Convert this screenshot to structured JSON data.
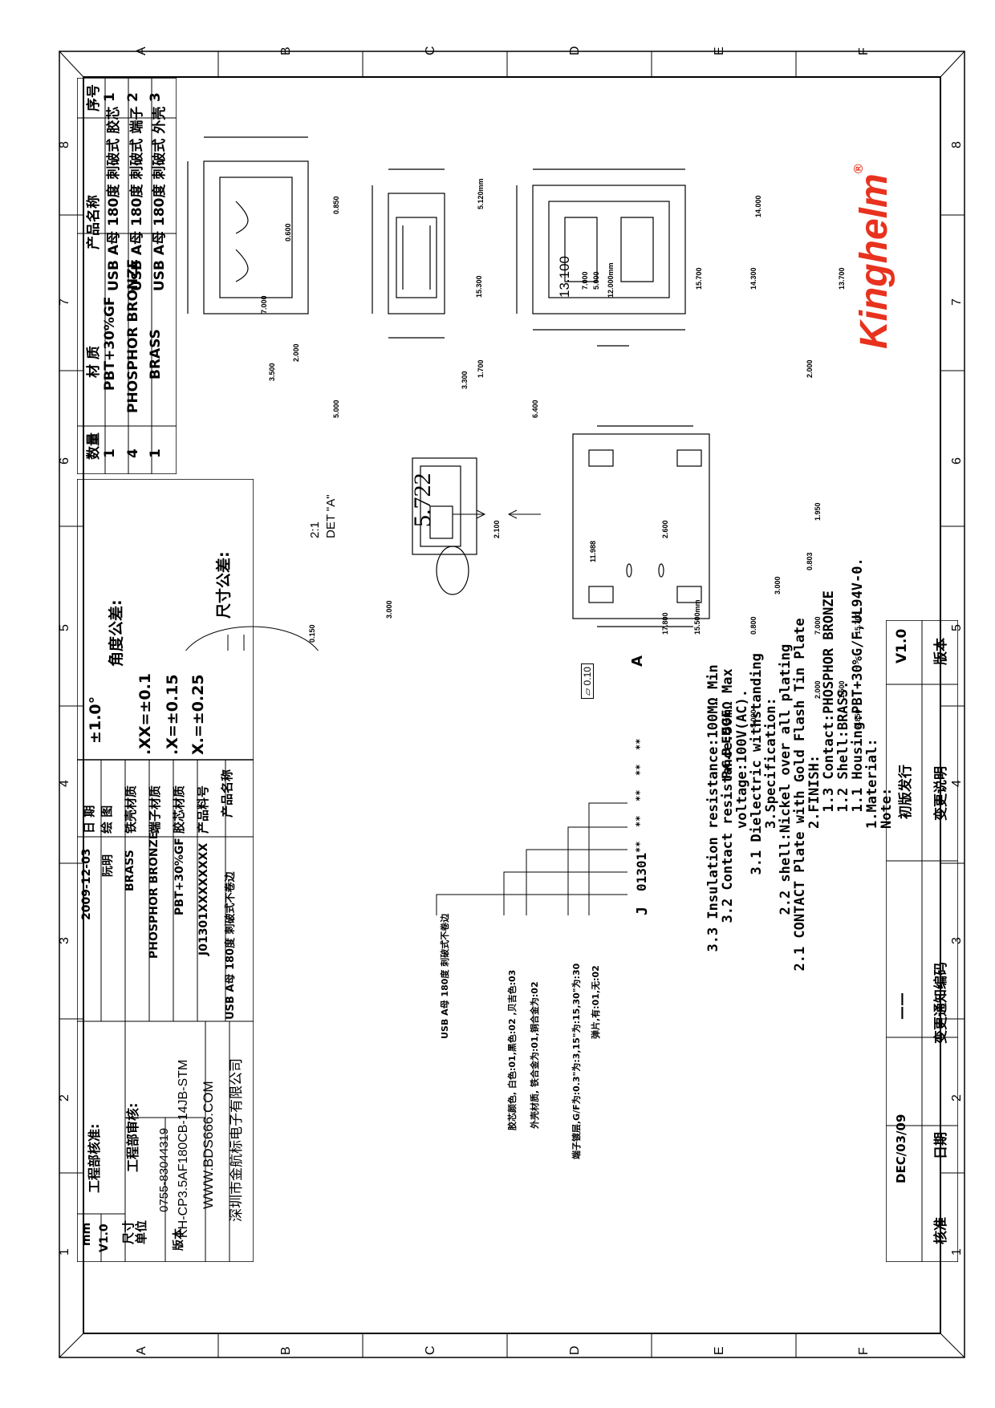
{
  "brand": {
    "name": "Kinghelm",
    "registered": "®",
    "color": "#e8321e"
  },
  "grid": {
    "columns": [
      "8",
      "7",
      "6",
      "5",
      "4",
      "3",
      "2",
      "1"
    ],
    "rows": [
      "A",
      "B",
      "C",
      "D",
      "E",
      "F"
    ]
  },
  "revision_block": {
    "headers": {
      "version": "版本",
      "change_desc": "变更说明",
      "change_no": "变更通知编码",
      "date": "日期",
      "approve": "核准"
    },
    "row": {
      "version": "V1.0",
      "change_desc": "初版发行",
      "change_no": "——",
      "date": "DEC/03/09",
      "approve": ""
    }
  },
  "bom": {
    "headers": {
      "no": "序号",
      "name": "产品名称",
      "material": "材  质",
      "qty": "数量"
    },
    "rows": [
      {
        "no": "3",
        "name": "USB A母 180度 刺破式 外壳",
        "material": "BRASS",
        "qty": "1"
      },
      {
        "no": "2",
        "name": "USB A母 180度 刺破式 端子",
        "material": "PHOSPHOR BRONZE",
        "qty": "4"
      },
      {
        "no": "1",
        "name": "USB A母 180度 刺破式 胶芯",
        "material": "PBT+30%GF",
        "qty": "1"
      }
    ]
  },
  "tolerance": {
    "title": "尺寸公差:",
    "x": "X.=±0.25",
    "x1": ".X=±0.15",
    "x2": ".XX=±0.1",
    "angle_title": "角度公差:",
    "angle": "±1.0°"
  },
  "title_block": {
    "fields": [
      {
        "label": "产品名称",
        "value": "USB A母 180度 刺破式不卷边"
      },
      {
        "label": "产品料号",
        "value": "J01301XXXXXXXX"
      },
      {
        "label": "胶芯材质",
        "value": "PBT+30%GF"
      },
      {
        "label": "端子材质",
        "value": "PHOSPHOR BRONZE"
      },
      {
        "label": "铁壳材质",
        "value": "BRASS"
      },
      {
        "label": "绘    图",
        "value": "阮明"
      },
      {
        "label": "日    期",
        "value": "2009-12-03"
      }
    ],
    "company": "深圳市金航标电子有限公司",
    "website": "WWW.BDS666.COM",
    "part_number": "KH-CP3.5AF180CB-14JB-STM",
    "phone": "0755-83044319",
    "review": "工程部审核:",
    "approve": "工程部核准:",
    "size_unit_label": "尺寸\n单位",
    "size_unit": "mm",
    "version_label": "版本",
    "version": "V1.0"
  },
  "part_code": {
    "prefix": "J",
    "series": "01301",
    "placeholder": "**",
    "legend": [
      "弹片,有:01,无:02",
      "端子镀层,G/F为:0.3\"为:3,15\"为:15,30\"为:30",
      "外壳材质, 铁合金为:01,铜合金为:02",
      "胶芯颜色, 白色:01,黑色:02 ,贝吉色:03",
      "USB A母 180度 刺破式不卷边"
    ]
  },
  "notes": {
    "title": "Note:",
    "lines": [
      "1.Material:",
      "  1.1 Housing:PBT+30%G/F,UL94V-0.",
      "  1.2 Shell:BRASS.",
      "  1.3 Contact:PHOSPHOR BRONZE",
      "2.FINISH:",
      "  2.1 CONTACT Plate with Gold Flash Tin Plate",
      "  2.2 shell:Nickel over all plating",
      "3.Specification:",
      "  3.1 Dielectric withstanding",
      "voltage:100V(AC).",
      "  3.2 Contact resistance:50mΩ Max",
      "  3.3 Insulation resistance:100MΩ Min"
    ]
  },
  "drawing": {
    "big_dim": "5.722",
    "detail_label": "DET \"A\"",
    "detail_scale": "2:1",
    "detail_ref": "A",
    "flatness": "⏥ 0.10",
    "pcb_edge": "P.C.B EDGE",
    "dims": {
      "d14000": "14.000",
      "d14300": "14.300",
      "d15700a": "15.700",
      "d13700": "13.700",
      "d2000a": "2.000",
      "d5120": "5.120mm",
      "d15300": "15.300",
      "d12000": "12.000mm",
      "d13100": "13.100",
      "d7000a": "7.000",
      "d5000a": "5.000",
      "d1700": "1.700",
      "d3300": "3.300",
      "d6400": "6.400",
      "d0850": "0.850",
      "d0600": "0.600",
      "d7000b": "7.000",
      "d2000b": "2.000",
      "d3500": "3.500",
      "d5000b": "5.000",
      "d2100": "2.100",
      "d11988": "11.988",
      "d3000a": "3.000",
      "d0150": "0.150",
      "d1950": "1.950",
      "d2600": "2.600",
      "d0803": "0.803",
      "d3000b": "3.000",
      "d0800": "0.800",
      "d7000c": "7.000",
      "d15700b": "15.700",
      "d17800": "17.800",
      "d15500": "15.500mm",
      "d2000c": "2.000",
      "d1500": "1.500",
      "d5000c": "5.000",
      "d4850": "4.850"
    }
  }
}
